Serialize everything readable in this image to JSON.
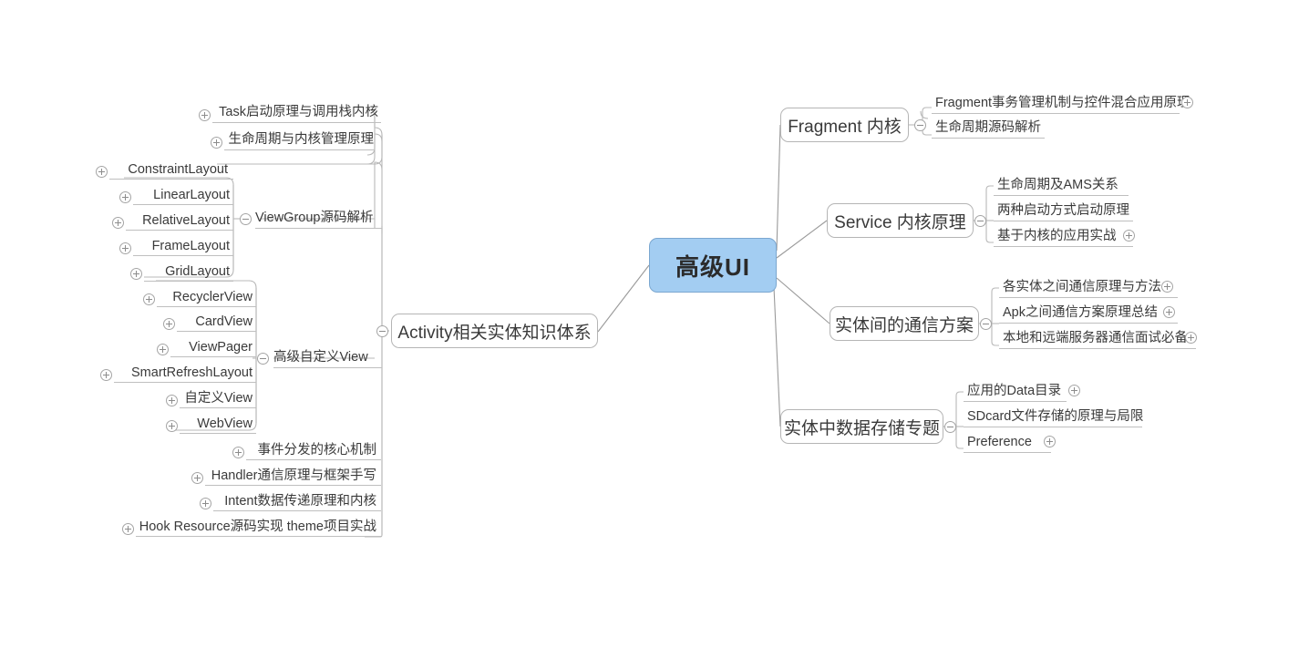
{
  "diagram": {
    "type": "mindmap",
    "title": "高级UI",
    "background_color": "#ffffff",
    "root_fill": "#a3cdf2",
    "root_border": "#7ba7d0",
    "node_border": "#b5b5b5",
    "text_color": "#3a3a3a",
    "toggle_expanded_icon": "minus-circle-icon",
    "toggle_collapsed_icon": "plus-circle-icon"
  },
  "root": {
    "label": "高级UI"
  },
  "branches": {
    "activity": {
      "label": "Activity相关实体知识体系",
      "toggle": "minus-circle-icon",
      "children": [
        {
          "label": "Task启动原理与调用栈内核",
          "toggle": "plus-circle-icon"
        },
        {
          "label": "生命周期与内核管理原理",
          "toggle": "plus-circle-icon"
        },
        {
          "label": "ViewGroup源码解析",
          "toggle": "minus-circle-icon"
        },
        {
          "label": "高级自定义View",
          "toggle": "minus-circle-icon"
        },
        {
          "label": "事件分发的核心机制",
          "toggle": "plus-circle-icon"
        },
        {
          "label": "Handler通信原理与框架手写",
          "toggle": "plus-circle-icon"
        },
        {
          "label": "Intent数据传递原理和内核",
          "toggle": "plus-circle-icon"
        },
        {
          "label": "Hook Resource源码实现 theme项目实战",
          "toggle": "plus-circle-icon"
        }
      ],
      "viewgroup_children": [
        {
          "label": "ConstraintLayout",
          "toggle": "plus-circle-icon"
        },
        {
          "label": "LinearLayout",
          "toggle": "plus-circle-icon"
        },
        {
          "label": "RelativeLayout",
          "toggle": "plus-circle-icon"
        },
        {
          "label": "FrameLayout",
          "toggle": "plus-circle-icon"
        },
        {
          "label": "GridLayout",
          "toggle": "plus-circle-icon"
        }
      ],
      "customview_children": [
        {
          "label": "RecyclerView",
          "toggle": "plus-circle-icon"
        },
        {
          "label": "CardView",
          "toggle": "plus-circle-icon"
        },
        {
          "label": "ViewPager",
          "toggle": "plus-circle-icon"
        },
        {
          "label": "SmartRefreshLayout",
          "toggle": "plus-circle-icon"
        },
        {
          "label": "自定义View",
          "toggle": "plus-circle-icon"
        },
        {
          "label": "WebView",
          "toggle": "plus-circle-icon"
        }
      ]
    },
    "fragment": {
      "label": "Fragment 内核",
      "toggle": "minus-circle-icon",
      "children": [
        {
          "label": "Fragment事务管理机制与控件混合应用原理",
          "toggle": "plus-circle-icon"
        },
        {
          "label": "生命周期源码解析",
          "toggle": null
        }
      ]
    },
    "service": {
      "label": "Service 内核原理",
      "toggle": "minus-circle-icon",
      "children": [
        {
          "label": "生命周期及AMS关系",
          "toggle": null
        },
        {
          "label": "两种启动方式启动原理",
          "toggle": null
        },
        {
          "label": "基于内核的应用实战",
          "toggle": "plus-circle-icon"
        }
      ]
    },
    "communication": {
      "label": "实体间的通信方案",
      "toggle": "minus-circle-icon",
      "children": [
        {
          "label": "各实体之间通信原理与方法",
          "toggle": "plus-circle-icon"
        },
        {
          "label": "Apk之间通信方案原理总结",
          "toggle": "plus-circle-icon"
        },
        {
          "label": "本地和远端服务器通信面试必备",
          "toggle": "plus-circle-icon"
        }
      ]
    },
    "storage": {
      "label": "实体中数据存储专题",
      "toggle": "minus-circle-icon",
      "children": [
        {
          "label": "应用的Data目录",
          "toggle": "plus-circle-icon"
        },
        {
          "label": "SDcard文件存储的原理与局限",
          "toggle": null
        },
        {
          "label": "Preference",
          "toggle": "plus-circle-icon"
        }
      ]
    }
  }
}
